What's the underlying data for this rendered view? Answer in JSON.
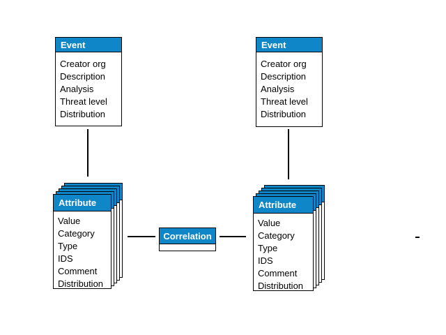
{
  "colors": {
    "header_blue": "#0f86c8",
    "border_black": "#000000",
    "canvas_white": "#ffffff",
    "header_text_white": "#ffffff",
    "body_text_black": "#000000"
  },
  "entities": {
    "event_left": {
      "title": "Event",
      "fields": [
        "Creator org",
        "Description",
        "Analysis",
        "Threat level",
        "Distribution"
      ]
    },
    "event_right": {
      "title": "Event",
      "fields": [
        "Creator org",
        "Description",
        "Analysis",
        "Threat level",
        "Distribution"
      ]
    },
    "attribute_left": {
      "title": "Attribute",
      "stack_depth": 5,
      "fields": [
        "Value",
        "Category",
        "Type",
        "IDS",
        "Comment",
        "Distribution"
      ]
    },
    "attribute_right": {
      "title": "Attribute",
      "stack_depth": 5,
      "fields": [
        "Value",
        "Category",
        "Type",
        "IDS",
        "Comment",
        "Distribution"
      ]
    },
    "correlation": {
      "title": "Correlation"
    }
  }
}
